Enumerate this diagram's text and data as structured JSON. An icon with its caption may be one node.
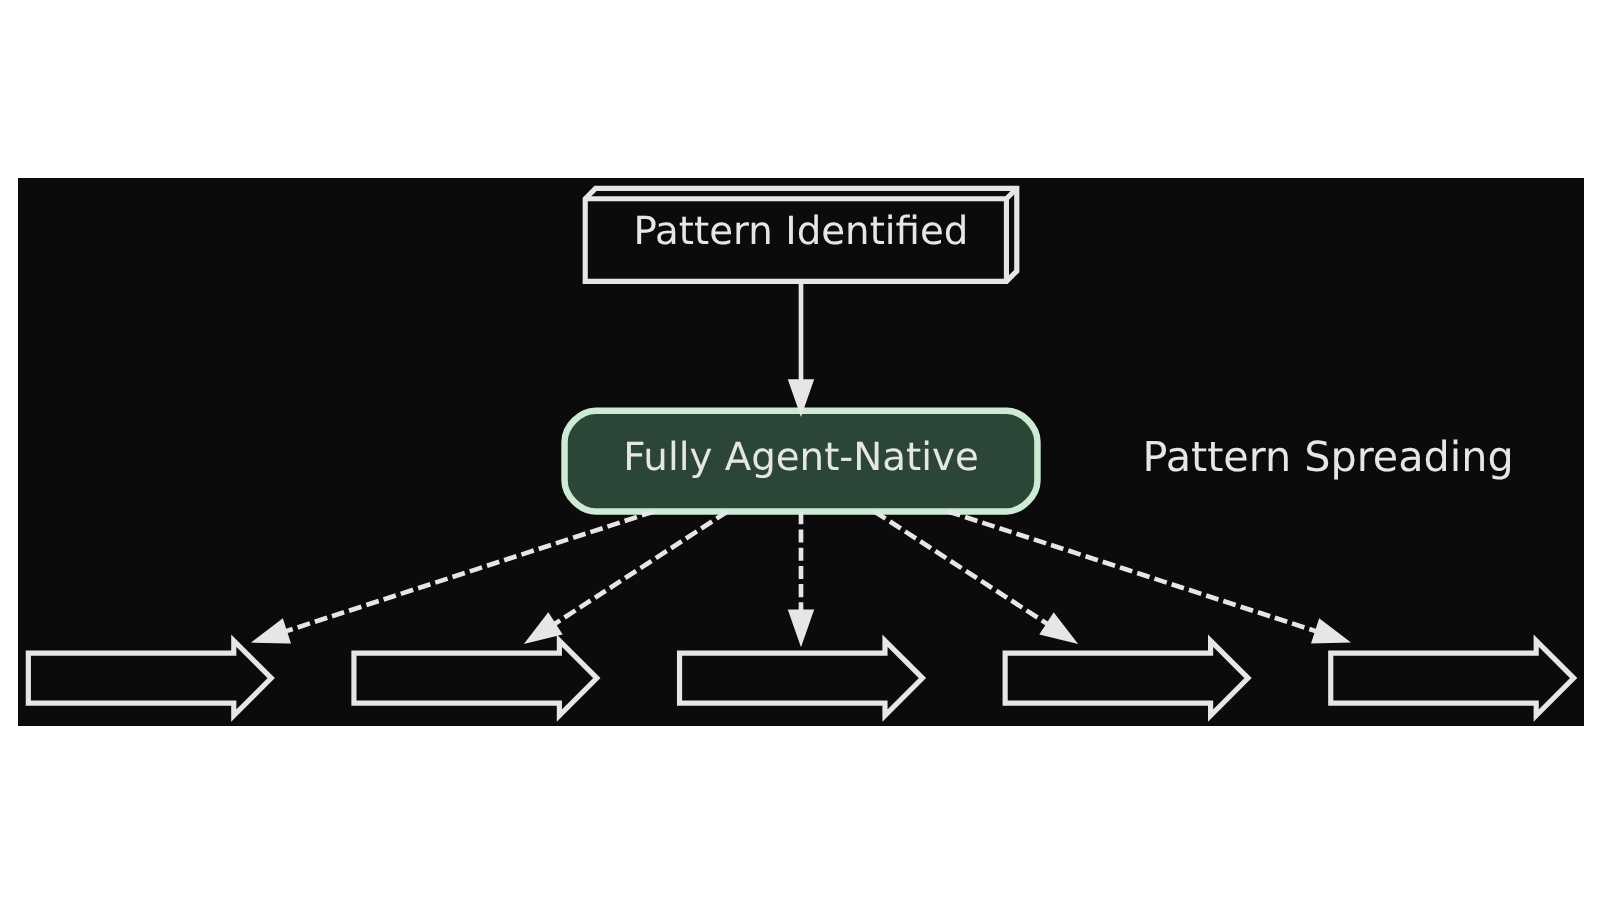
{
  "diagram": {
    "nodes": [
      {
        "text": [
          "Pattern Identified"
        ]
      },
      {
        "text": [
          "Fully Agent-Native"
        ]
      },
      {
        "text": [],
        "shape": "arrow"
      },
      {
        "text": [],
        "shape": "arrow"
      },
      {
        "text": [],
        "shape": "arrow"
      },
      {
        "text": [],
        "shape": "arrow"
      },
      {
        "text": [],
        "shape": "arrow"
      }
    ],
    "edges": [
      {
        "from": 0,
        "to": 1,
        "arrow": "to"
      },
      {
        "from": 1,
        "to": 2,
        "arrow": "to",
        "style": "dashed"
      },
      {
        "from": 1,
        "to": 3,
        "arrow": "to",
        "style": "dashed"
      },
      {
        "from": 1,
        "to": 4,
        "arrow": "to",
        "style": "dashed"
      },
      {
        "from": 1,
        "to": 5,
        "arrow": "to",
        "style": "dashed"
      },
      {
        "from": 1,
        "to": 6,
        "arrow": "to",
        "style": "dashed"
      }
    ],
    "labels": [
      "Pattern Spreading"
    ]
  }
}
